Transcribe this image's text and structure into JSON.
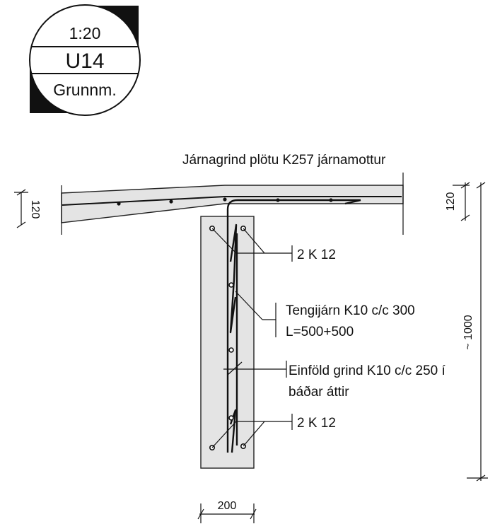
{
  "title_block": {
    "scale": "1:20",
    "detail_id": "U14",
    "view": "Grunnm."
  },
  "labels": {
    "slab_mesh": "Járnagrind plötu K257 járnamottur",
    "top_bars": "2 K 12",
    "dowels_line1": "Tengijárn K10 c/c 300",
    "dowels_line2": "L=500+500",
    "mesh_line1": "Einföld grind K10 c/c 250 í",
    "mesh_line2": "báðar áttir",
    "bottom_bars": "2 K 12"
  },
  "dimensions": {
    "slab_left": "120",
    "slab_right": "120",
    "wall_height": "~ 1000",
    "wall_width": "200"
  }
}
